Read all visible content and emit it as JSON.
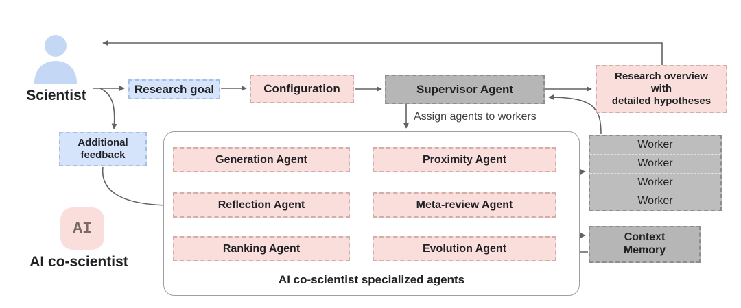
{
  "actors": {
    "scientist_label": "Scientist",
    "ai_label": "AI co-scientist",
    "ai_chip_text": "AI"
  },
  "boxes": {
    "research_goal": "Research goal",
    "configuration": "Configuration",
    "supervisor": "Supervisor Agent",
    "research_overview": {
      "line1": "Research overview",
      "line2": "with",
      "line3": "detailed hypotheses"
    },
    "additional_feedback": {
      "line1": "Additional",
      "line2": "feedback"
    },
    "context_memory": {
      "line1": "Context",
      "line2": "Memory"
    },
    "workers": [
      "Worker",
      "Worker",
      "Worker",
      "Worker"
    ],
    "agents": {
      "generation": "Generation Agent",
      "proximity": "Proximity Agent",
      "reflection": "Reflection Agent",
      "meta_review": "Meta-review Agent",
      "ranking": "Ranking Agent",
      "evolution": "Evolution Agent"
    },
    "container_label": "AI co-scientist specialized agents"
  },
  "annotations": {
    "assign_agents": "Assign agents to workers"
  },
  "icons": [
    "person-icon",
    "ai-chip-icon"
  ],
  "colors": {
    "pink_box": "#f9dedc",
    "blue_box": "#d5e4fa",
    "gray_box": "#b6b6b6",
    "worker_box": "#bdbdbd",
    "red_arrow": "#a93c38",
    "gray_arrow": "#5f6368",
    "scientist_icon": "#c4d8f6",
    "container_border": "#9aa0a6"
  }
}
